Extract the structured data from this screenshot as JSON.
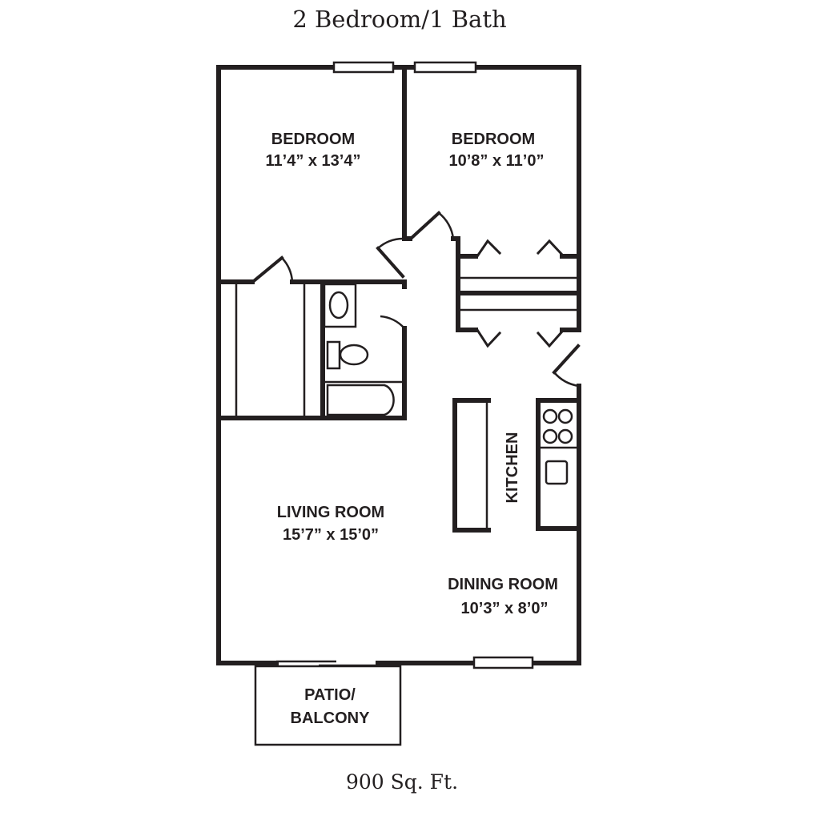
{
  "title": "2 Bedroom/1 Bath",
  "footer": "900 Sq. Ft.",
  "rooms": {
    "bedroom1": {
      "name": "BEDROOM",
      "size": "11’4” x 13’4”"
    },
    "bedroom2": {
      "name": "BEDROOM",
      "size": "10’8” x 11’0”"
    },
    "living": {
      "name": "LIVING ROOM",
      "size": "15’7” x 15’0”"
    },
    "dining": {
      "name": "DINING ROOM",
      "size": "10’3” x 8’0”"
    },
    "kitchen": {
      "name": "KITCHEN"
    },
    "patio": {
      "line1": "PATIO/",
      "line2": "BALCONY"
    }
  }
}
